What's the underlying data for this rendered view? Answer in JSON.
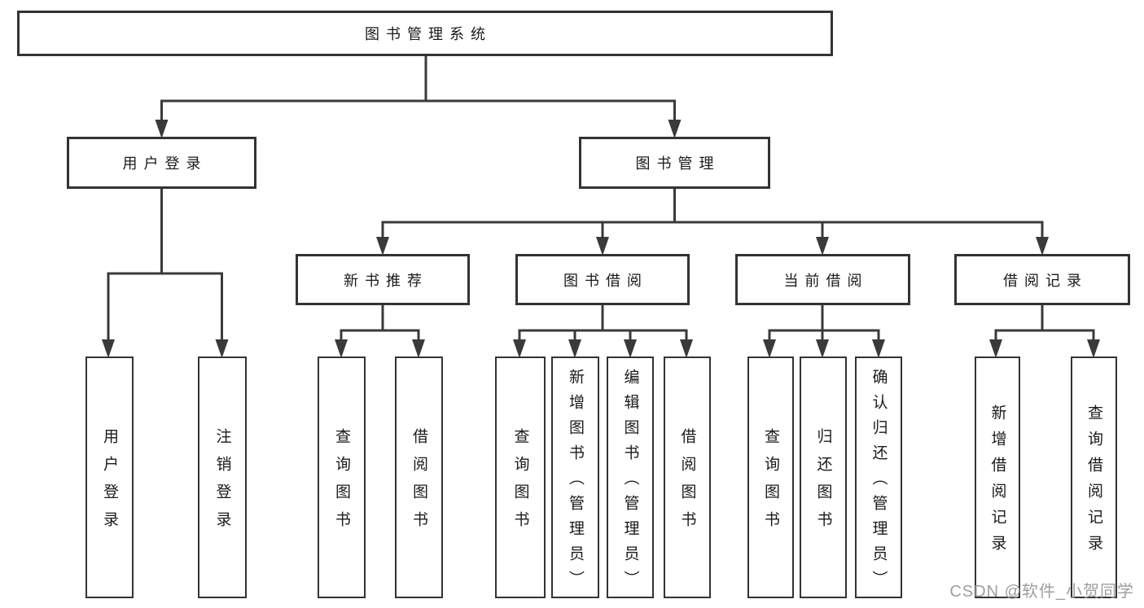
{
  "tree": {
    "root": {
      "label": "图书管理系统"
    },
    "login": {
      "label": "用户登录",
      "children": [
        {
          "label": "用户登录"
        },
        {
          "label": "注销登录"
        }
      ]
    },
    "mgmt": {
      "label": "图书管理",
      "groups": [
        {
          "label": "新书推荐",
          "children": [
            {
              "label": "查询图书"
            },
            {
              "label": "借阅图书"
            }
          ]
        },
        {
          "label": "图书借阅",
          "children": [
            {
              "label": "查询图书"
            },
            {
              "label": "新增图书（管理员）"
            },
            {
              "label": "编辑图书（管理员）"
            },
            {
              "label": "借阅图书"
            }
          ]
        },
        {
          "label": "当前借阅",
          "children": [
            {
              "label": "查询图书"
            },
            {
              "label": "归还图书"
            },
            {
              "label": "确认归还（管理员）"
            }
          ]
        },
        {
          "label": "借阅记录",
          "children": [
            {
              "label": "新增借阅记录"
            },
            {
              "label": "查询借阅记录"
            }
          ]
        }
      ]
    }
  },
  "watermark": {
    "text": "CSDN @软件_小贺同学"
  },
  "colors": {
    "line": "#3a3a3a",
    "border": "#333333",
    "text": "#1a1a1a",
    "watermark": "#9e9e9e",
    "background": "#ffffff"
  }
}
